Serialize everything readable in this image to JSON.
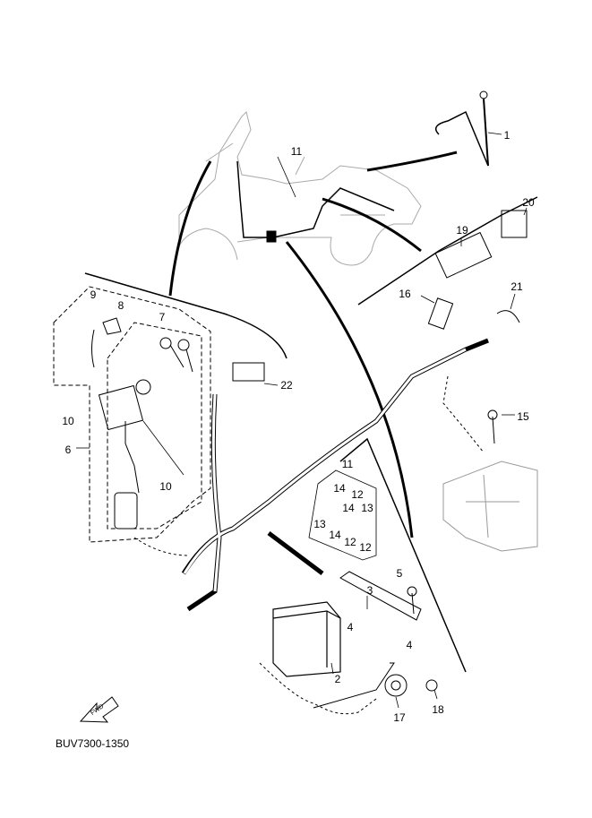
{
  "diagram_code": "BUV7300-1350",
  "fwd_arrow_label": "FWD",
  "callouts": [
    "1",
    "2",
    "3",
    "4",
    "4",
    "5",
    "6",
    "7",
    "8",
    "9",
    "10",
    "10",
    "11",
    "12",
    "13",
    "14",
    "15",
    "16",
    "17",
    "18",
    "19",
    "20",
    "21",
    "22",
    "11",
    "14",
    "12",
    "14",
    "13",
    "13",
    "14",
    "12",
    "12"
  ]
}
